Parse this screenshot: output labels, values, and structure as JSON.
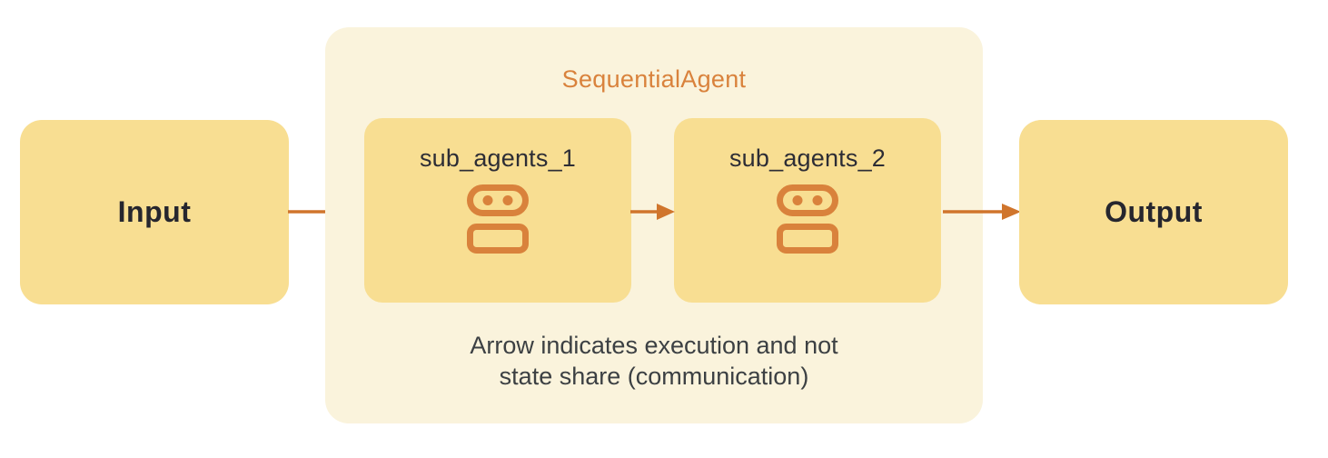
{
  "diagram": {
    "title": "SequentialAgent",
    "input": {
      "label": "Input"
    },
    "output": {
      "label": "Output"
    },
    "sub_agents": [
      {
        "label": "sub_agents_1",
        "icon": "robot-icon"
      },
      {
        "label": "sub_agents_2",
        "icon": "robot-icon"
      }
    ],
    "annotation": {
      "line1": "Arrow indicates execution and not",
      "line2": "state share (communication)"
    },
    "arrows": [
      {
        "name": "arrow-input-to-sub1"
      },
      {
        "name": "arrow-sub1-to-sub2"
      },
      {
        "name": "arrow-sub2-to-output"
      }
    ],
    "colors": {
      "node_fill": "#F8DE92",
      "container_fill": "#FAF3DC",
      "accent_orange": "#D9823C",
      "arrow_orange": "#D0752C",
      "node_text": "#26262E",
      "annotation_text": "#3C4043"
    }
  }
}
